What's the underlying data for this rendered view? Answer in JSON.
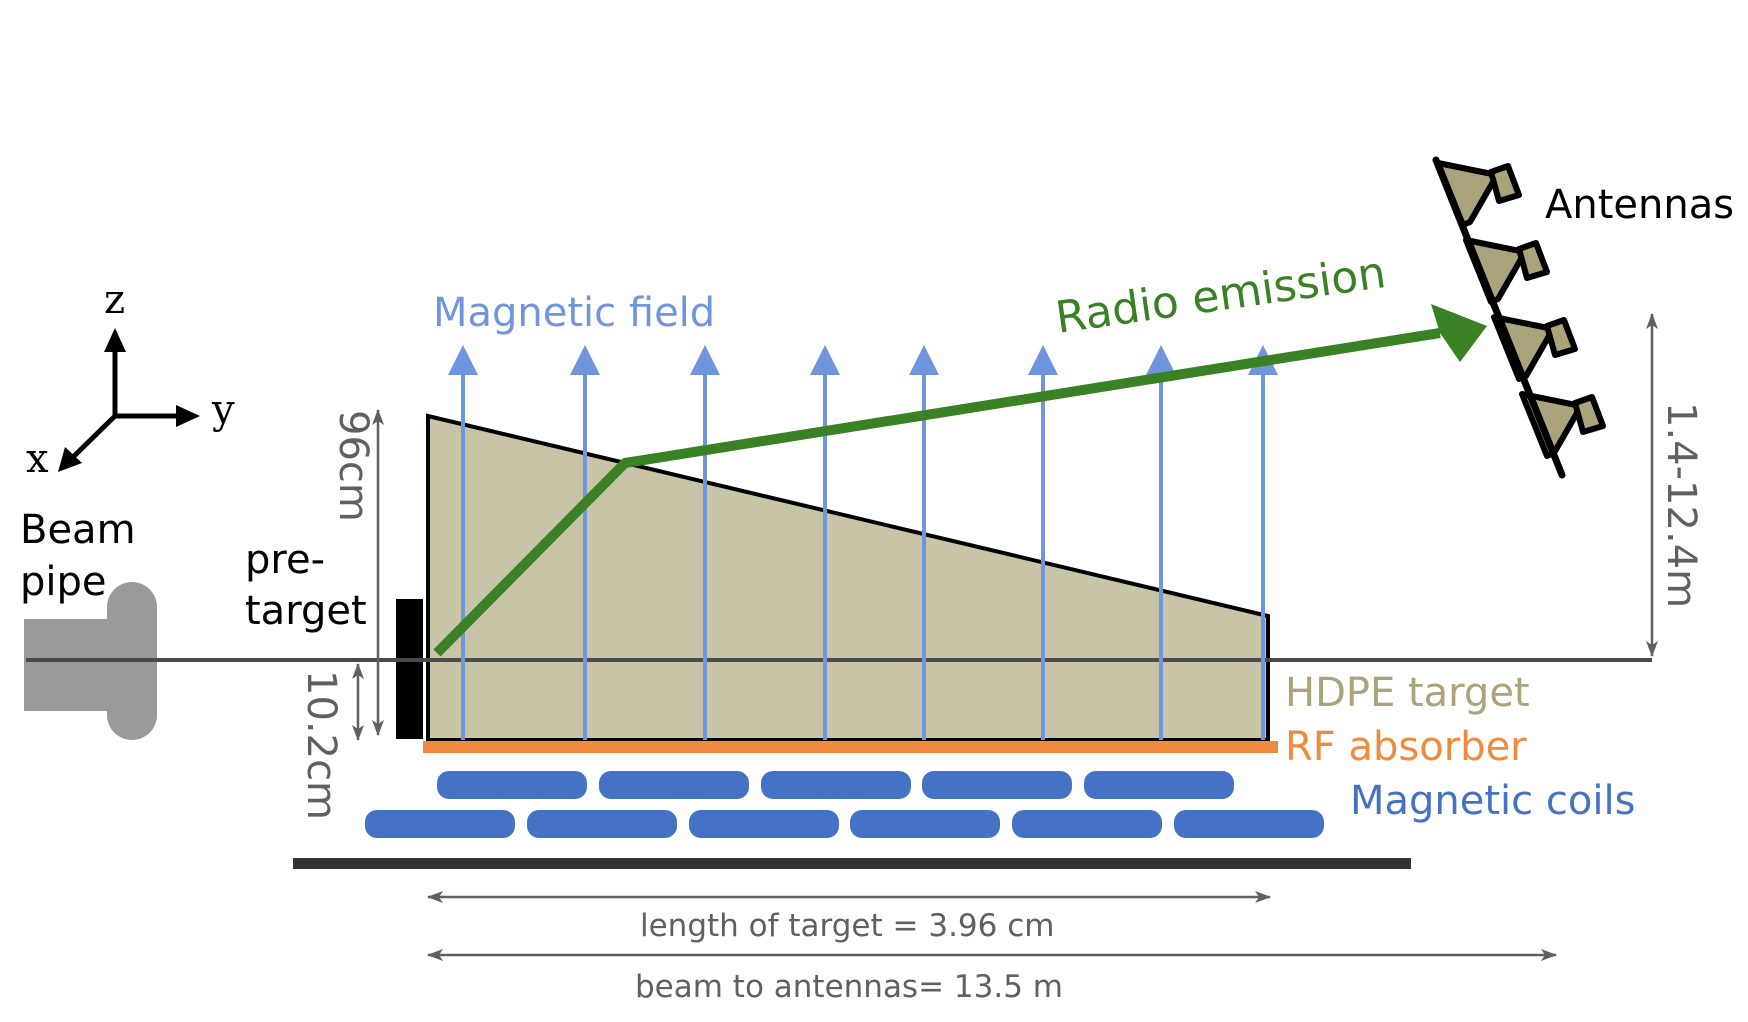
{
  "axes": {
    "z": "z",
    "y": "y",
    "x": "x"
  },
  "labels": {
    "beam_pipe_line1": "Beam",
    "beam_pipe_line2": "pipe",
    "pretarget_line1": "pre-",
    "pretarget_line2": "target",
    "magnetic_field": "Magnetic field",
    "radio_emission": "Radio emission",
    "antennas": "Antennas",
    "hdpe_target": "HDPE target",
    "rf_absorber": "RF absorber",
    "magnetic_coils": "Magnetic coils"
  },
  "dimensions": {
    "height_target": "96cm",
    "height_beam": "10.2cm",
    "height_antennas": "1.4-12.4m",
    "length_target": "length of target = 3.96 cm",
    "beam_to_antennas": "beam to antennas= 13.5 m"
  },
  "colors": {
    "target_fill": "#c8c4a8",
    "target_label": "#aba37c",
    "field": "#6f96dc",
    "radio": "#3a8024",
    "absorber": "#f08a3e",
    "coils": "#4472c4",
    "antenna_fill": "#aba37c",
    "dimension": "#606060",
    "beam_pipe": "#9a9a9a"
  }
}
